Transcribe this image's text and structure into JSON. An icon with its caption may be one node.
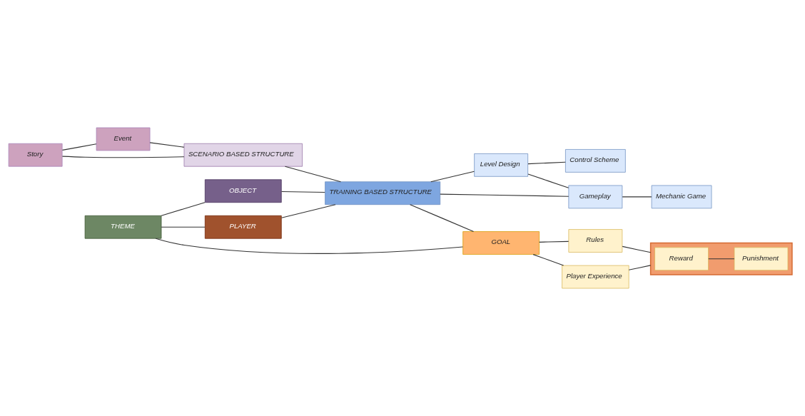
{
  "diagram": {
    "nodes": [
      {
        "text": [
          "Story"
        ]
      },
      {
        "text": [
          "Event"
        ]
      },
      {
        "text": [
          "SCENARIO BASED STRUCTURE"
        ]
      },
      {
        "text": [
          "TRAINING BASED STRUCTURE"
        ]
      },
      {
        "text": [
          "Level Design"
        ]
      },
      {
        "text": [
          "Control Scheme"
        ]
      },
      {
        "text": [
          "Gameplay"
        ]
      },
      {
        "text": [
          "Mechanic Game"
        ]
      },
      {
        "text": [
          "THEME"
        ]
      },
      {
        "text": [
          "OBJECT"
        ]
      },
      {
        "text": [
          "PLAYER"
        ]
      },
      {
        "text": [
          "GOAL"
        ]
      },
      {
        "text": [
          "Rules"
        ]
      },
      {
        "text": [
          "Player Experience"
        ]
      },
      {
        "text": [],
        "shape": "box"
      },
      {
        "text": [
          "Reward"
        ],
        "in": 14
      },
      {
        "text": [
          "Punishment"
        ],
        "in": 14
      }
    ],
    "edges": [
      {
        "from": 0,
        "to": 2,
        "arrow": "none"
      },
      {
        "from": 0,
        "to": 1,
        "arrow": "none"
      },
      {
        "from": 1,
        "to": 2,
        "arrow": "none"
      },
      {
        "from": 2,
        "to": 3,
        "arrow": "none"
      },
      {
        "from": 3,
        "to": 4,
        "arrow": "none"
      },
      {
        "from": 4,
        "to": 5,
        "arrow": "none"
      },
      {
        "from": 4,
        "to": 6,
        "arrow": "none"
      },
      {
        "from": 3,
        "to": 6,
        "arrow": "none"
      },
      {
        "from": 6,
        "to": 7,
        "arrow": "none"
      },
      {
        "from": 3,
        "to": 11,
        "arrow": "none"
      },
      {
        "from": 8,
        "to": 11,
        "arrow": "none"
      },
      {
        "from": 8,
        "to": 9,
        "arrow": "none"
      },
      {
        "from": 8,
        "to": 10,
        "arrow": "none"
      },
      {
        "from": 9,
        "to": 3,
        "arrow": "none"
      },
      {
        "from": 10,
        "to": 3,
        "arrow": "none"
      },
      {
        "from": 11,
        "to": 12,
        "arrow": "none"
      },
      {
        "from": 12,
        "to": 14,
        "arrow": "none"
      },
      {
        "from": 15,
        "to": 16,
        "arrow": "none"
      },
      {
        "from": 11,
        "to": 13,
        "arrow": "none"
      },
      {
        "from": 13,
        "to": 14,
        "arrow": "none"
      }
    ]
  }
}
